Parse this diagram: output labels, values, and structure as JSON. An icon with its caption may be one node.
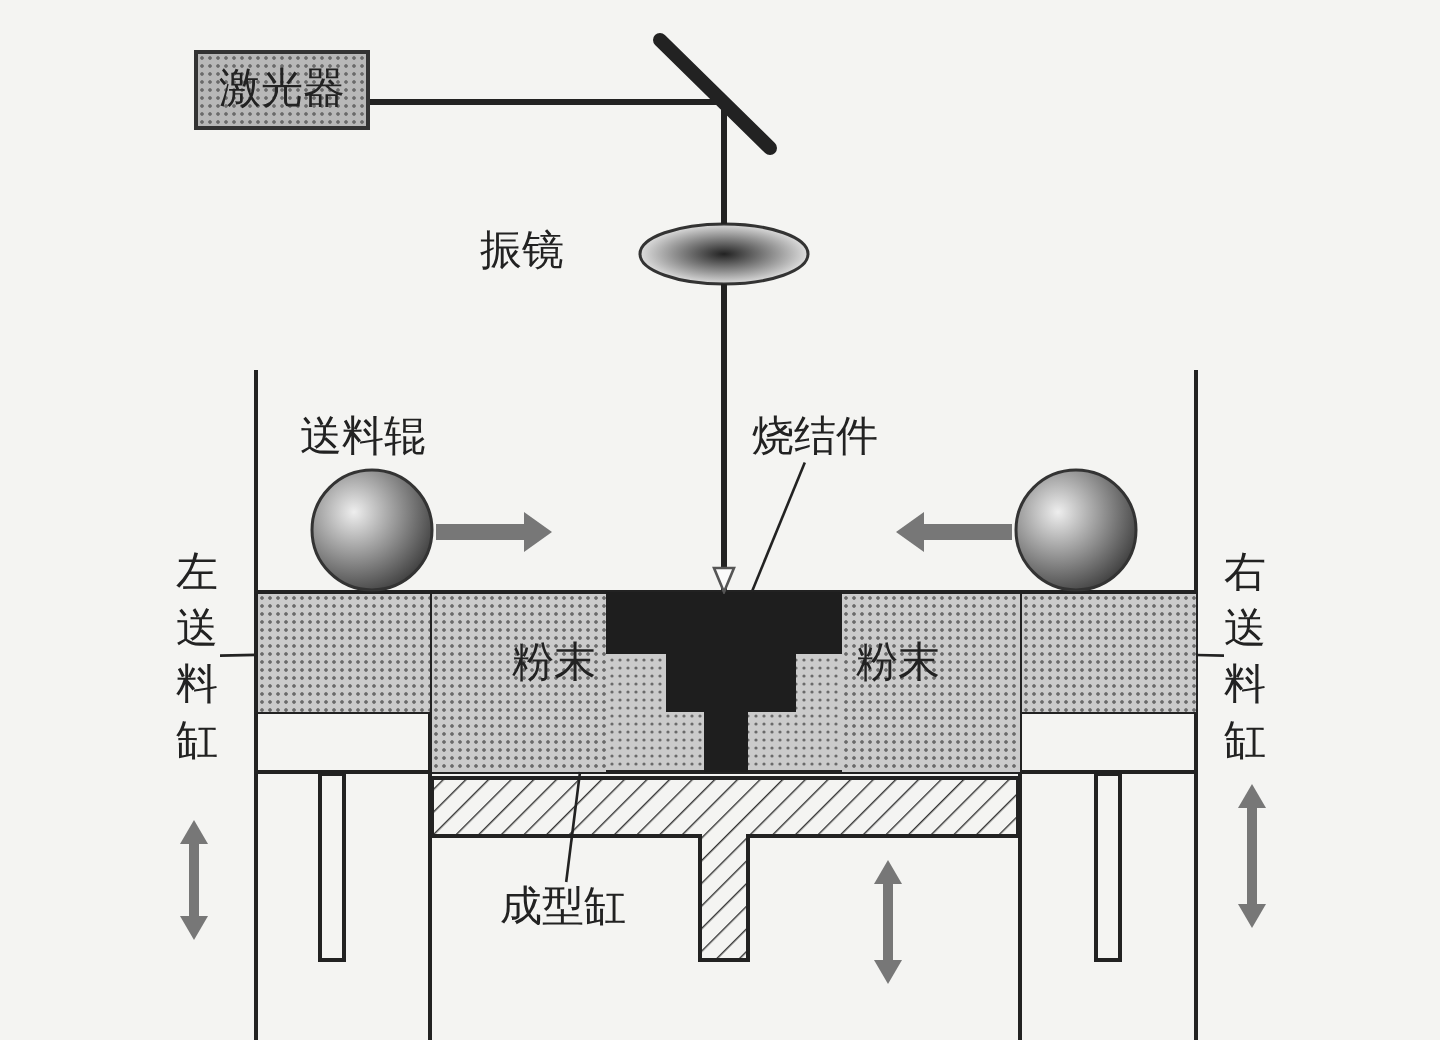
{
  "diagram": {
    "nodes": [
      {
        "text": [
          "激光器"
        ]
      },
      {
        "text": [],
        "shape": "bar"
      },
      {
        "text": [],
        "shape": "ellipse",
        "beside": [
          "振镜"
        ]
      },
      {
        "text": [],
        "shape": "circle",
        "beside": [
          "送料辊"
        ]
      },
      {
        "text": [
          "烧结件"
        ]
      },
      {
        "text": [],
        "shape": "circle"
      },
      {
        "text": [
          "左送料缸"
        ]
      },
      {
        "text": [],
        "shape": "box"
      },
      {
        "text": [
          "粉末"
        ]
      },
      {
        "text": [],
        "shape": "box"
      },
      {
        "text": [
          "粉末"
        ]
      },
      {
        "text": [],
        "shape": "box"
      },
      {
        "text": [
          "右送料缸"
        ]
      },
      {
        "text": [
          "成型缸"
        ]
      }
    ],
    "edges": [
      {
        "from": 0,
        "to": 1,
        "arrow": "none",
        "style": "thick"
      },
      {
        "from": 1,
        "to": 2,
        "arrow": "none",
        "style": "thick"
      },
      {
        "from": 2,
        "to": 9,
        "arrow": "to",
        "style": "thick"
      },
      {
        "from": 4,
        "to": 9,
        "arrow": "none"
      },
      {
        "from": 6,
        "to": 7,
        "arrow": "none"
      },
      {
        "from": 12,
        "to": 11,
        "arrow": "none"
      },
      {
        "from": 13,
        "to": 8,
        "arrow": "none"
      }
    ]
  }
}
